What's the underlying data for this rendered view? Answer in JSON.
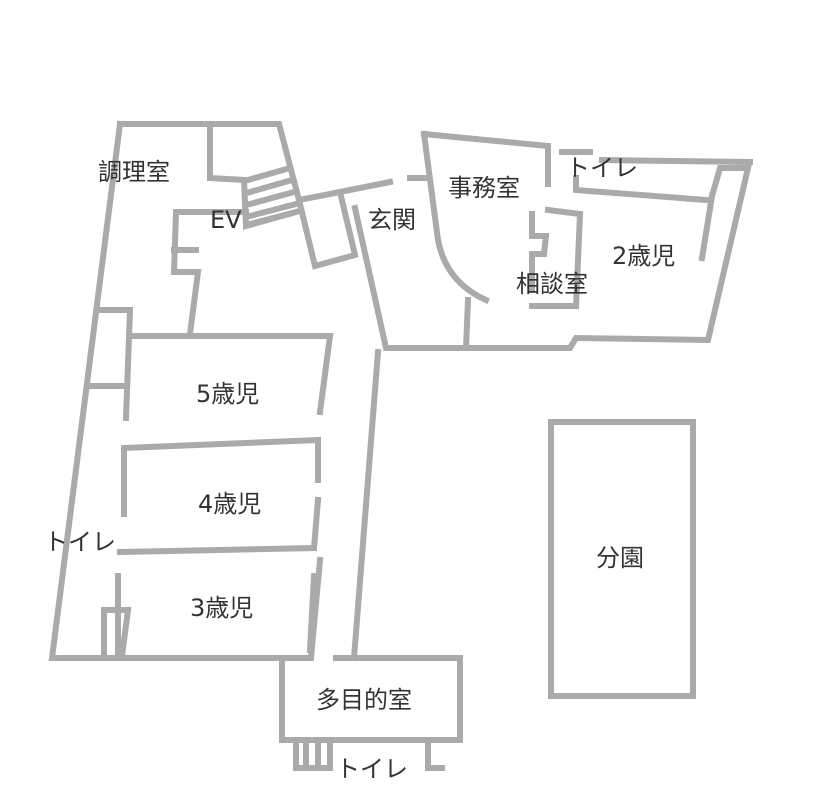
{
  "colors": {
    "wall": "#aaaaaa",
    "text": "#333333",
    "background": "#ffffff"
  },
  "rooms": {
    "kitchen": "調理室",
    "elevator": "EV",
    "entrance": "玄関",
    "office": "事務室",
    "toilet_top": "トイレ",
    "age2": "2歳児",
    "consultation": "相談室",
    "age5": "5歳児",
    "age4": "4歳児",
    "toilet_left": "トイレ",
    "age3": "3歳児",
    "branch": "分園",
    "multipurpose": "多目的室",
    "toilet_bottom": "トイレ"
  }
}
